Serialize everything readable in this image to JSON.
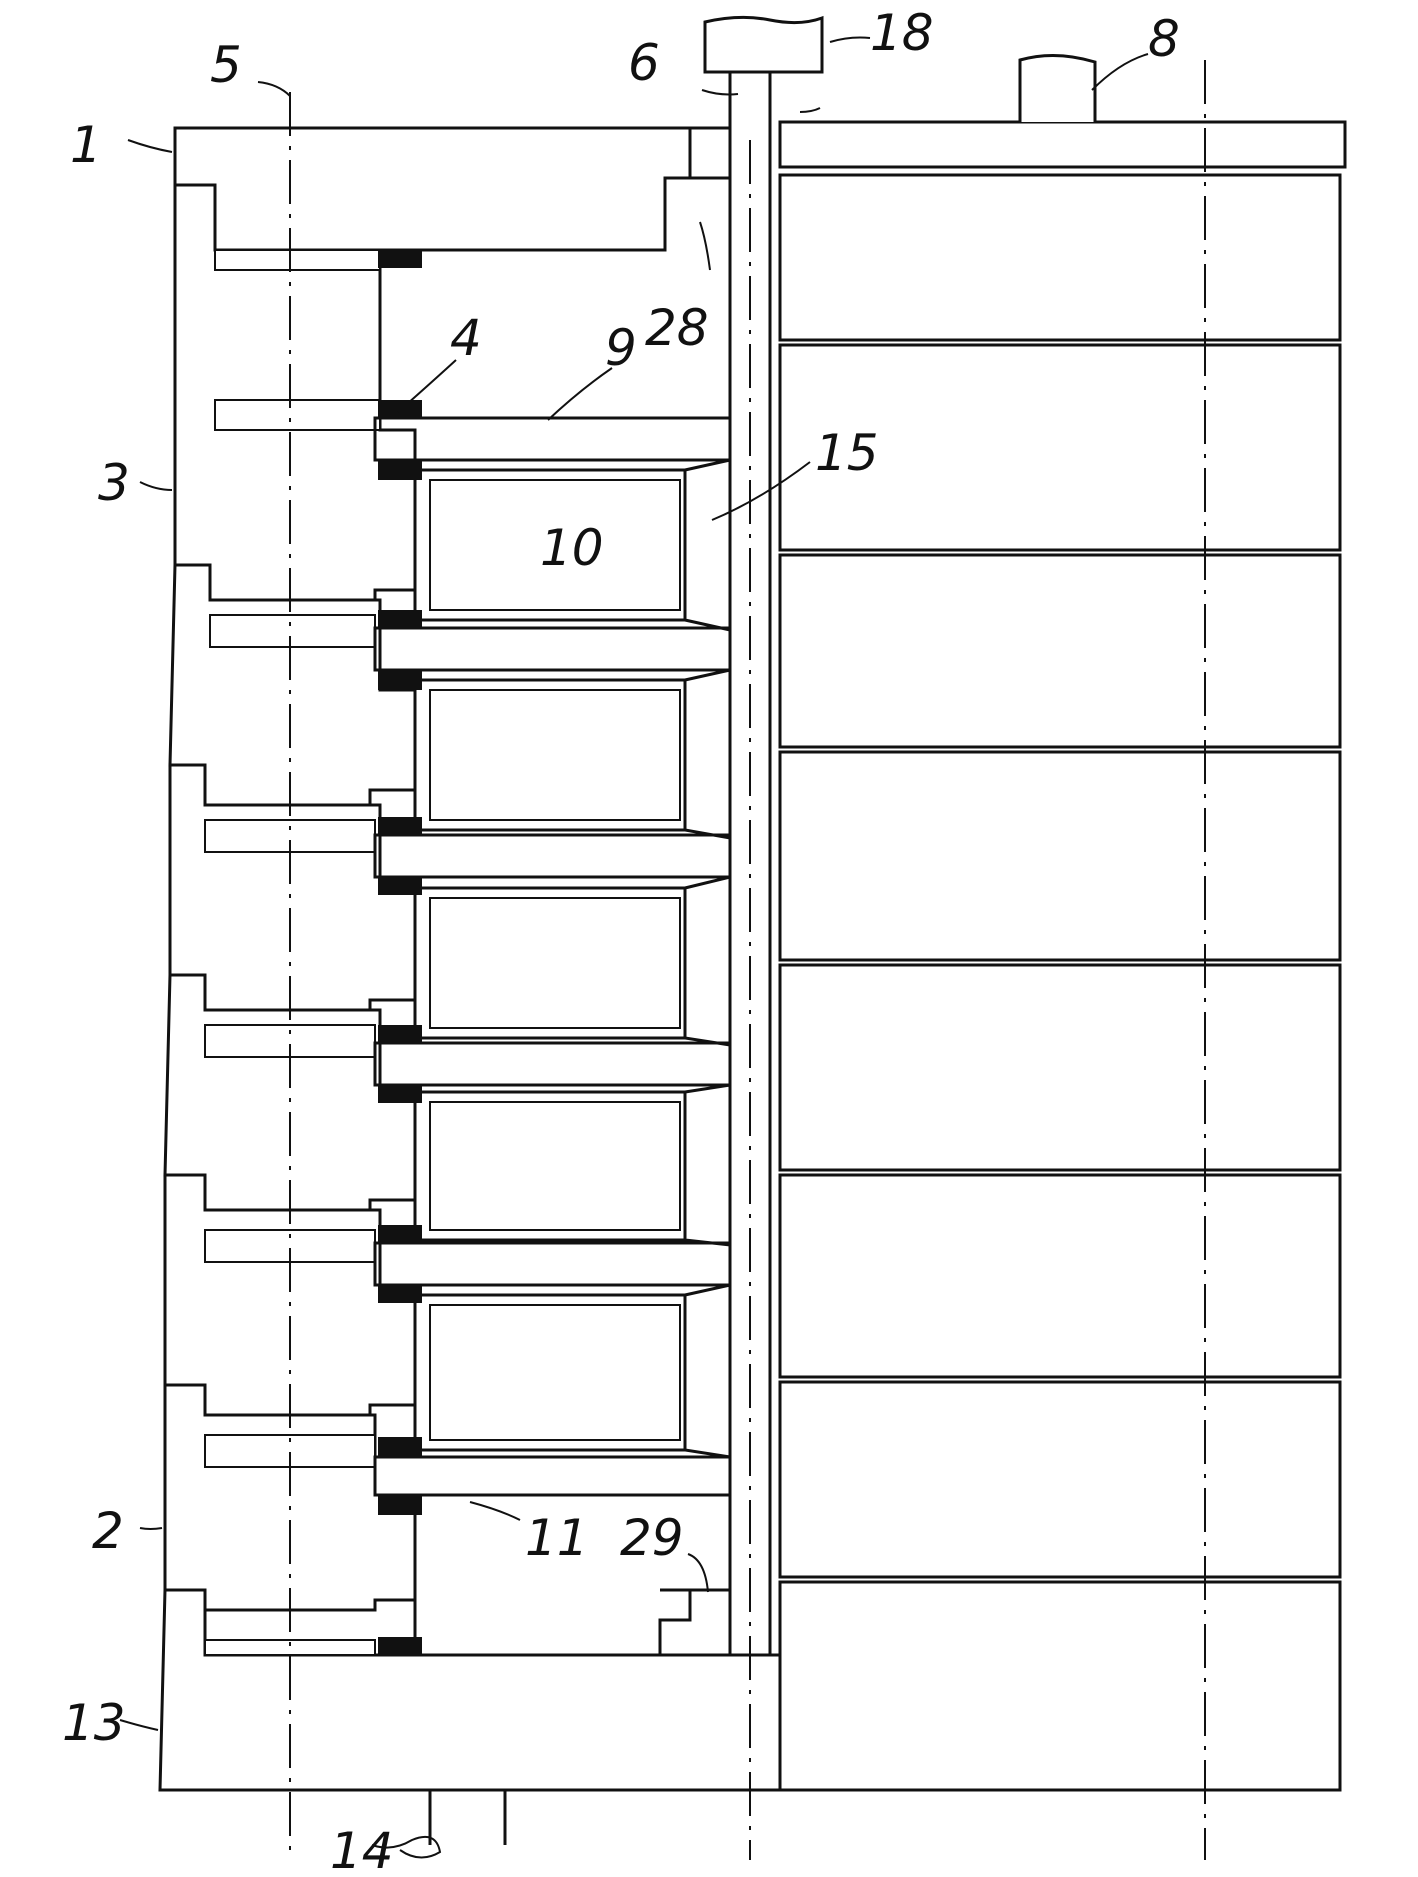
{
  "figure": {
    "labels": {
      "l1": "1",
      "l2": "2",
      "l3": "3",
      "l4": "4",
      "l5": "5",
      "l6": "6",
      "l8": "8",
      "l9": "9",
      "l10": "10",
      "l11": "11",
      "l13": "13",
      "l14": "14",
      "l15": "15",
      "l18": "18",
      "l28": "28",
      "l29": "29"
    }
  }
}
